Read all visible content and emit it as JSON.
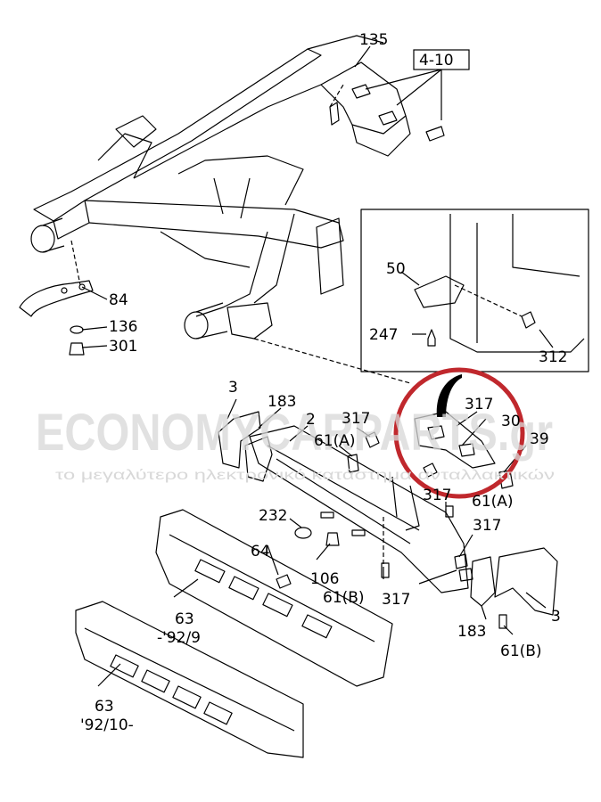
{
  "labels": {
    "l135": "135",
    "l4_10": "4-10",
    "l84": "84",
    "l136": "136",
    "l301": "301",
    "l50": "50",
    "l247": "247",
    "l312": "312",
    "l3a": "3",
    "l183a": "183",
    "l2": "2",
    "l317a": "317",
    "l61a": "61(A)",
    "l317b": "317",
    "l30": "30",
    "l39": "39",
    "l317c": "317",
    "l61a2": "61(A)",
    "l232": "232",
    "l64": "64",
    "l106": "106",
    "l317d": "317",
    "l61b": "61(B)",
    "l317e": "317",
    "l3b": "3",
    "l183b": "183",
    "l61b2": "61(B)",
    "l63a": "63",
    "l63a_date": "-'92/9",
    "l63b": "63",
    "l63b_date": "'92/10-"
  },
  "watermark": {
    "brand": "ECONOMYCARPARTS.gr",
    "tagline": "το μεγαλύτερο ηλεκτρονικό κατάστημα ανταλλακτικών"
  },
  "colors": {
    "highlight": "#c0282d",
    "line": "#000000",
    "watermark": "#d8d8d8"
  }
}
